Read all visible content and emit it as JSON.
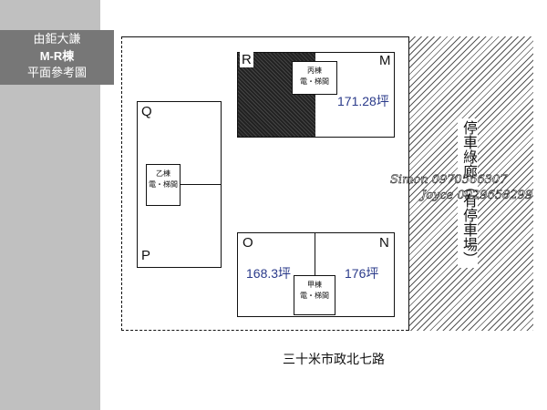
{
  "title": {
    "line1": "由鉅大謙",
    "line2": "M-R棟",
    "line3": "平面參考圖"
  },
  "buildings": {
    "rm": {
      "label_r": "R",
      "label_m": "M",
      "stair": "丙棟",
      "stair2": "電・梯間",
      "area": "171.28坪"
    },
    "qp": {
      "label_q": "Q",
      "label_p": "P",
      "stair": "乙棟",
      "stair2": "電・梯間"
    },
    "on": {
      "label_o": "O",
      "label_n": "N",
      "area_o": "168.3坪",
      "area_n": "176坪",
      "stair": "甲棟",
      "stair2": "電・梯間"
    }
  },
  "parking": {
    "label": "停車綠廊（有停車場）"
  },
  "contacts": {
    "c1": "Simon 0970566307",
    "c2": "Joyce 0929658299"
  },
  "road": "三十米市政北七路"
}
